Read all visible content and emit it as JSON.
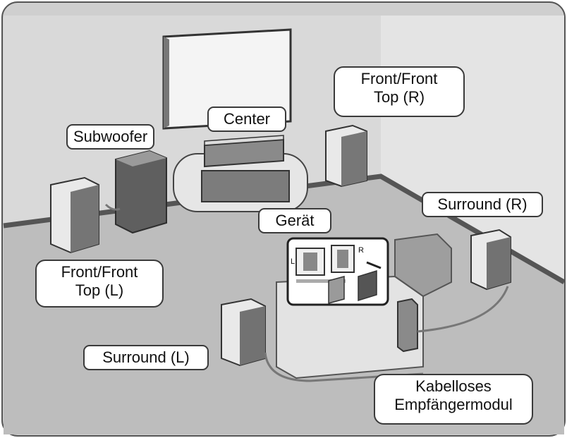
{
  "labels": {
    "subwoofer": "Subwoofer",
    "center": "Center",
    "front_right": [
      "Front/Front",
      "Top (R)"
    ],
    "front_left": [
      "Front/Front",
      "Top (L)"
    ],
    "surround_right": "Surround (R)",
    "surround_left": "Surround (L)",
    "device": "Gerät",
    "wireless_module": [
      "Kabelloses",
      "Empfängermodul"
    ]
  },
  "inset": {
    "left_mark": "L",
    "right_mark": "R"
  },
  "colors": {
    "wall": "#d6d6d6",
    "floor": "#b9b9b9",
    "speaker_face": "#e8e8e8",
    "speaker_side": "#6e6e6e",
    "outline": "#3a3a3a"
  }
}
